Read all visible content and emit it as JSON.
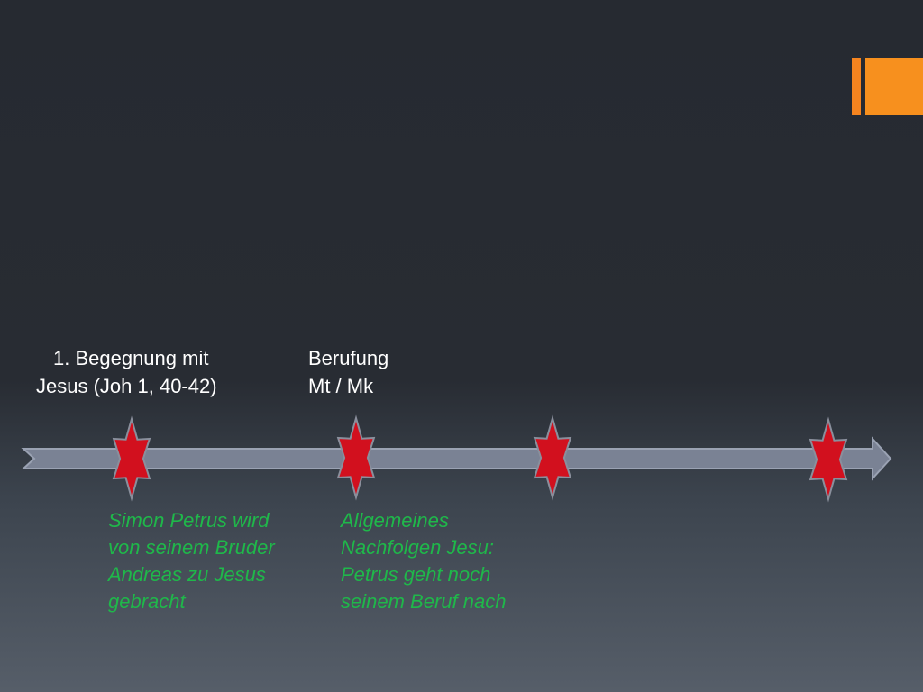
{
  "slide": {
    "accent_color": "#f7901e",
    "star_color": "#d2101e",
    "arrow_color": "#7a8294",
    "caption_color": "#1fb84a"
  },
  "events": [
    {
      "above": [
        "1. Begegnung mit",
        "Jesus (Joh 1, 40-42)"
      ],
      "below": [
        "Simon Petrus wird",
        "von seinem Bruder",
        "Andreas zu Jesus",
        "gebracht"
      ]
    },
    {
      "above": [
        "Berufung",
        "Mt / Mk"
      ],
      "below": [
        "Allgemeines",
        "Nachfolgen Jesu:",
        "Petrus geht noch",
        "seinem Beruf nach"
      ]
    },
    {
      "above": [],
      "below": []
    },
    {
      "above": [],
      "below": []
    }
  ]
}
